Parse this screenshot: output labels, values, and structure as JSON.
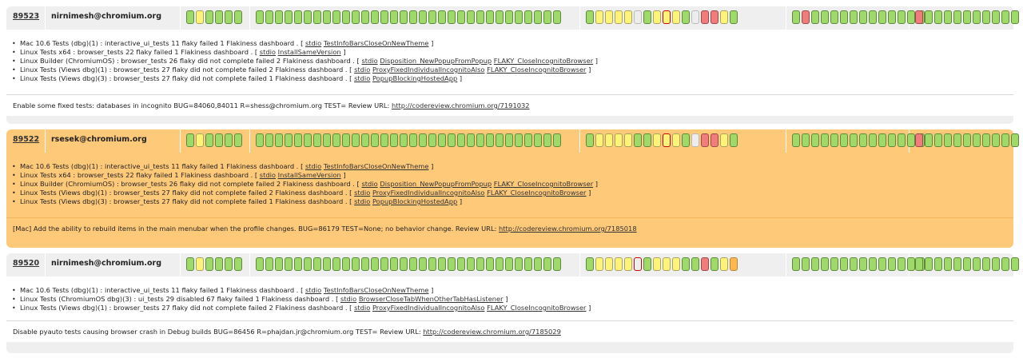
{
  "revisions": [
    {
      "number": "89523",
      "author": "nirnimesh@chromium.org",
      "highlight": false,
      "status_groups": [
        [
          "green",
          "yellow",
          "green",
          "green",
          "green",
          "green"
        ],
        [
          "green",
          "green",
          "green",
          "green",
          "green",
          "green",
          "green",
          "green",
          "green",
          "green",
          "green",
          "green",
          "green",
          "green",
          "green",
          "green",
          "green",
          "green",
          "green",
          "green",
          "green",
          "green",
          "green",
          "green",
          "green",
          "green",
          "green",
          "green",
          "green",
          "green",
          "green",
          "green"
        ],
        [
          "green",
          "yellow",
          "yellow",
          "yellow",
          "yellow",
          "white",
          "green",
          "yellow",
          "yellow-redborder",
          "yellow",
          "green",
          "white",
          "red",
          "red",
          "yellow",
          "green"
        ],
        [
          "green",
          "red",
          "green",
          "green",
          "green",
          "green",
          "green",
          "green",
          "green",
          "green",
          "green",
          "green",
          "green",
          "green"
        ],
        [
          "red",
          "green",
          "green",
          "green",
          "green",
          "green",
          "green",
          "green",
          "green",
          "green",
          "green"
        ]
      ],
      "failures": [
        {
          "text": "Mac 10.6 Tests (dbg)(1) : interactive_ui_tests 11 flaky failed 1 Flakiness dashboard . [",
          "links": [
            "stdio",
            "TestInfoBarsCloseOnNewTheme"
          ],
          "end": "]"
        },
        {
          "text": "Linux Tests x64 : browser_tests 22 flaky failed 1 Flakiness dashboard . [",
          "links": [
            "stdio",
            "InstallSameVersion"
          ],
          "end": "]"
        },
        {
          "text": "Linux Builder (ChromiumOS) : browser_tests 26 flaky did not complete failed 2 Flakiness dashboard . [",
          "links": [
            "stdio",
            "Disposition_NewPopupFromPopup",
            "FLAKY_CloseIncognitoBrowser"
          ],
          "end": "]"
        },
        {
          "text": "Linux Tests (Views dbg)(1) : browser_tests 27 flaky did not complete failed 2 Flakiness dashboard . [",
          "links": [
            "stdio",
            "ProxyFixedIndividualIncognitoAlso",
            "FLAKY_CloseIncognitoBrowser"
          ],
          "end": "]"
        },
        {
          "text": "Linux Tests (Views dbg)(3) : browser_tests 27 flaky did not complete failed 1 Flakiness dashboard . [",
          "links": [
            "stdio",
            "PopupBlockingHostedApp"
          ],
          "end": "]"
        }
      ],
      "commit_message": "Enable some fixed tests: databases in incognito BUG=84060,84011 R=shess@chromium.org TEST= Review URL:",
      "review_url": "http://codereview.chromium.org/7191032"
    },
    {
      "number": "89522",
      "author": "rsesek@chromium.org",
      "highlight": true,
      "status_groups": [
        [
          "green",
          "yellow",
          "green",
          "green",
          "green",
          "green"
        ],
        [
          "green",
          "green",
          "green",
          "green",
          "green",
          "green",
          "green",
          "green",
          "green",
          "green",
          "green",
          "green",
          "green",
          "green",
          "green",
          "green",
          "green",
          "green",
          "green",
          "green",
          "green",
          "green",
          "green",
          "green",
          "green",
          "green",
          "green",
          "green",
          "green",
          "green",
          "green",
          "green"
        ],
        [
          "green",
          "yellow",
          "yellow",
          "yellow",
          "yellow",
          "green",
          "green",
          "yellow",
          "yellow-redborder",
          "yellow",
          "green",
          "white",
          "red",
          "red",
          "yellow",
          "green"
        ],
        [
          "green",
          "green",
          "green",
          "green",
          "green",
          "green",
          "green",
          "green",
          "green",
          "green",
          "green",
          "green",
          "green",
          "green"
        ],
        [
          "red",
          "green",
          "green",
          "green",
          "green",
          "green",
          "green",
          "green",
          "green",
          "green",
          "green"
        ]
      ],
      "failures": [
        {
          "text": "Mac 10.6 Tests (dbg)(1) : interactive_ui_tests 11 flaky failed 1 Flakiness dashboard . [",
          "links": [
            "stdio",
            "TestInfoBarsCloseOnNewTheme"
          ],
          "end": "]"
        },
        {
          "text": "Linux Tests x64 : browser_tests 22 flaky failed 1 Flakiness dashboard . [",
          "links": [
            "stdio",
            "InstallSameVersion"
          ],
          "end": "]"
        },
        {
          "text": "Linux Builder (ChromiumOS) : browser_tests 26 flaky did not complete failed 2 Flakiness dashboard . [",
          "links": [
            "stdio",
            "Disposition_NewPopupFromPopup",
            "FLAKY_CloseIncognitoBrowser"
          ],
          "end": "]"
        },
        {
          "text": "Linux Tests (Views dbg)(1) : browser_tests 27 flaky did not complete failed 2 Flakiness dashboard . [",
          "links": [
            "stdio",
            "ProxyFixedIndividualIncognitoAlso",
            "FLAKY_CloseIncognitoBrowser"
          ],
          "end": "]"
        },
        {
          "text": "Linux Tests (Views dbg)(3) : browser_tests 27 flaky did not complete failed 1 Flakiness dashboard . [",
          "links": [
            "stdio",
            "PopupBlockingHostedApp"
          ],
          "end": "]"
        }
      ],
      "commit_message": "[Mac] Add the ability to rebuild items in the main menubar when the profile changes. BUG=86179 TEST=None; no behavior change. Review URL:",
      "review_url": "http://codereview.chromium.org/7185018"
    },
    {
      "number": "89520",
      "author": "nirnimesh@chromium.org",
      "highlight": false,
      "status_groups": [
        [
          "green",
          "yellow",
          "green",
          "green",
          "green",
          "green"
        ],
        [
          "green",
          "green",
          "green",
          "green",
          "green",
          "green",
          "green",
          "green",
          "green",
          "green",
          "green",
          "green",
          "green",
          "green",
          "green",
          "green",
          "green",
          "green",
          "green",
          "green",
          "green",
          "green",
          "green",
          "green",
          "green",
          "green",
          "green",
          "green",
          "green",
          "green",
          "green",
          "green"
        ],
        [
          "green",
          "yellow",
          "yellow",
          "yellow",
          "yellow",
          "white-redborder",
          "green",
          "yellow",
          "yellow",
          "yellow",
          "green",
          "green",
          "red",
          "green",
          "yellow",
          "orange"
        ],
        [
          "green",
          "green",
          "green",
          "green",
          "green",
          "green",
          "green",
          "green",
          "green",
          "green",
          "green",
          "green",
          "green",
          "green"
        ],
        [
          "green",
          "green",
          "green",
          "green",
          "green",
          "green",
          "green",
          "green",
          "green",
          "green",
          "green"
        ]
      ],
      "failures": [
        {
          "text": "Mac 10.6 Tests (dbg)(1) : interactive_ui_tests 11 flaky failed 1 Flakiness dashboard . [",
          "links": [
            "stdio",
            "TestInfoBarsCloseOnNewTheme"
          ],
          "end": "]"
        },
        {
          "text": "Linux Tests (ChromiumOS dbg)(3) : ui_tests 29 disabled 67 flaky failed 1 Flakiness dashboard . [",
          "links": [
            "stdio",
            "BrowserCloseTabWhenOtherTabHasListener"
          ],
          "end": "]"
        },
        {
          "text": "Linux Tests (Views dbg)(1) : browser_tests 27 flaky did not complete failed 2 Flakiness dashboard . [",
          "links": [
            "stdio",
            "ProxyFixedIndividualIncognitoAlso",
            "FLAKY_CloseIncognitoBrowser"
          ],
          "end": "]"
        }
      ],
      "commit_message": "Disable pyauto tests causing browser crash in Debug builds BUG=86456 R=phajdan.jr@chromium.org TEST= Review URL:",
      "review_url": "http://codereview.chromium.org/7185029"
    }
  ]
}
